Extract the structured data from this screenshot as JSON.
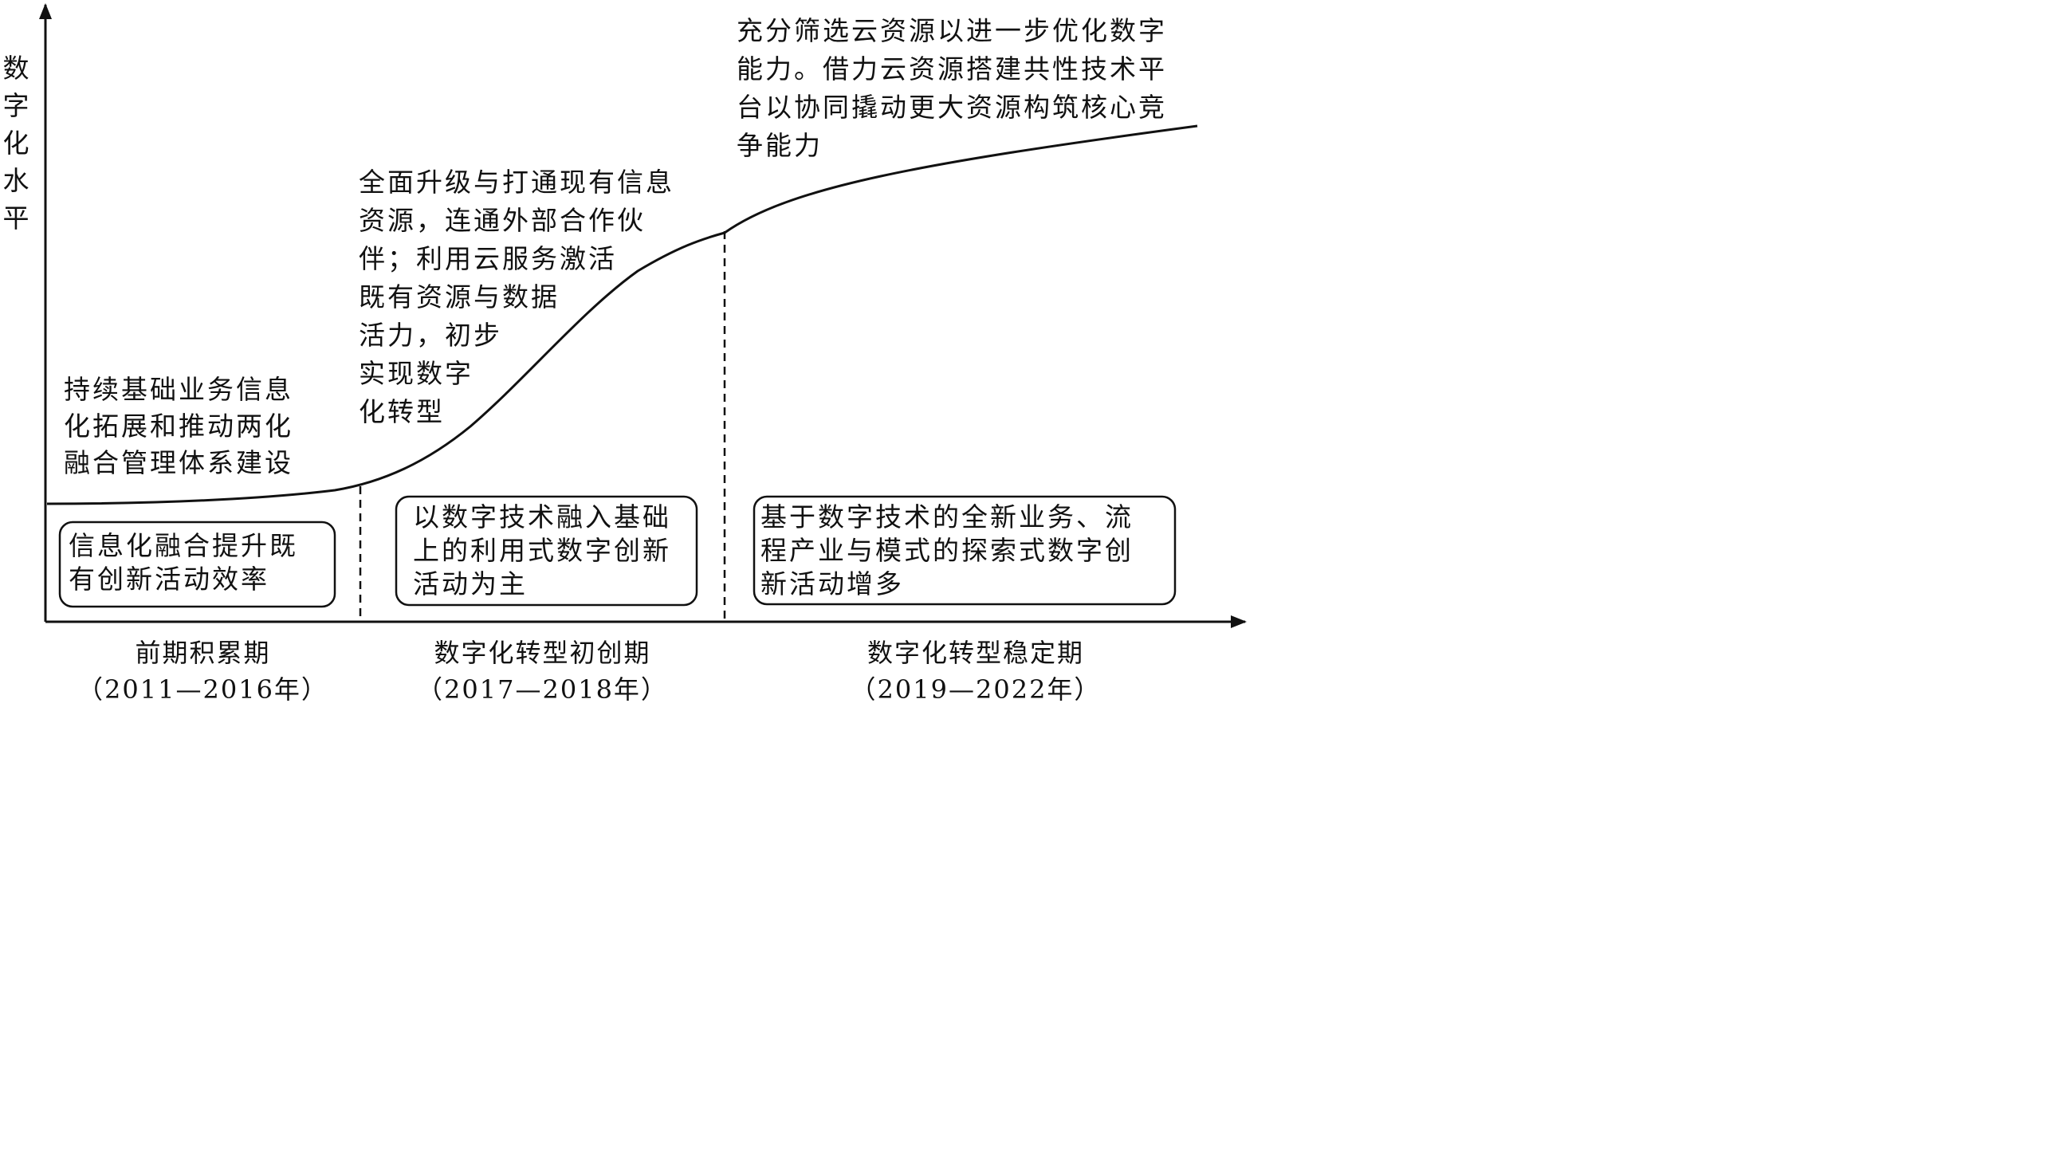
{
  "y_axis_label": [
    "数",
    "字",
    "化",
    "水",
    "平"
  ],
  "phases": [
    {
      "name": "前期积累期",
      "years": "（2011—2016年）"
    },
    {
      "name": "数字化转型初创期",
      "years": "（2017—2018年）"
    },
    {
      "name": "数字化转型稳定期",
      "years": "（2019—2022年）"
    }
  ],
  "stage_descriptions": [
    [
      "持续基础业务信息",
      "化拓展和推动两化",
      "融合管理体系建设"
    ],
    [
      "全面升级与打通现有信息",
      "资源，连通外部合作伙",
      "伴；利用云服务激活",
      "既有资源与数据",
      "活力，初步",
      "实现数字",
      "化转型"
    ],
    [
      "充分筛选云资源以进一步优化数字",
      "能力。借力云资源搭建共性技术平",
      "台以协同撬动更大资源构筑核心竞",
      "争能力"
    ]
  ],
  "innovation_boxes": [
    [
      "信息化融合提升既",
      "有创新活动效率"
    ],
    [
      "以数字技术融入基础",
      "上的利用式数字创新",
      "活动为主"
    ],
    [
      "基于数字技术的全新业务、流",
      "程产业与模式的探索式数字创",
      "新活动增多"
    ]
  ]
}
